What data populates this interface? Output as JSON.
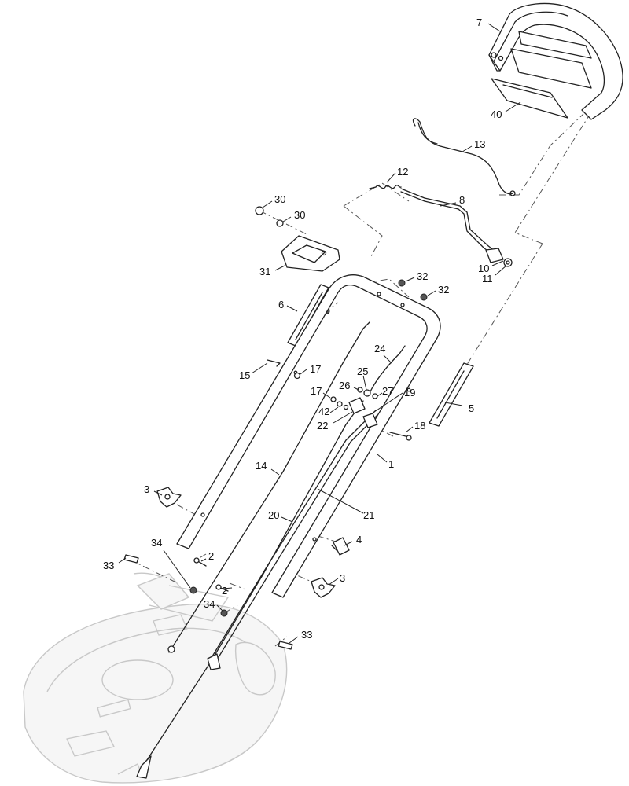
{
  "callouts": {
    "c1": "1",
    "c2a": "2",
    "c2b": "2",
    "c3a": "3",
    "c3b": "3",
    "c4": "4",
    "c5": "5",
    "c6": "6",
    "c7": "7",
    "c8": "8",
    "c10": "10",
    "c11": "11",
    "c12": "12",
    "c13": "13",
    "c14": "14",
    "c15": "15",
    "c17a": "17",
    "c17b": "17",
    "c18": "18",
    "c19": "19",
    "c20": "20",
    "c21": "21",
    "c22": "22",
    "c24": "24",
    "c25": "25",
    "c26": "26",
    "c27": "27",
    "c30a": "30",
    "c30b": "30",
    "c31": "31",
    "c32a": "32",
    "c32b": "32",
    "c33a": "33",
    "c33b": "33",
    "c34a": "34",
    "c34b": "34",
    "c40": "40",
    "c42": "42"
  }
}
